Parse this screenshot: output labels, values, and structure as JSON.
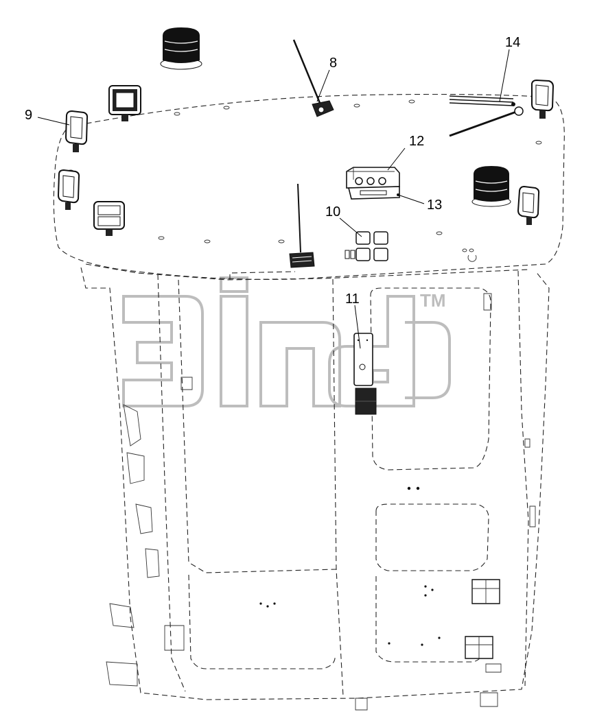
{
  "diagram": {
    "callouts": [
      {
        "id": "8",
        "label": "8"
      },
      {
        "id": "9",
        "label": "9"
      },
      {
        "id": "10",
        "label": "10"
      },
      {
        "id": "11",
        "label": "11"
      },
      {
        "id": "12",
        "label": "12"
      },
      {
        "id": "13",
        "label": "13"
      },
      {
        "id": "14",
        "label": "14"
      }
    ],
    "watermark": {
      "trademark": "TM"
    },
    "colors": {
      "line": "#111111",
      "watermark": "#bdbdbd",
      "background": "#ffffff"
    }
  }
}
